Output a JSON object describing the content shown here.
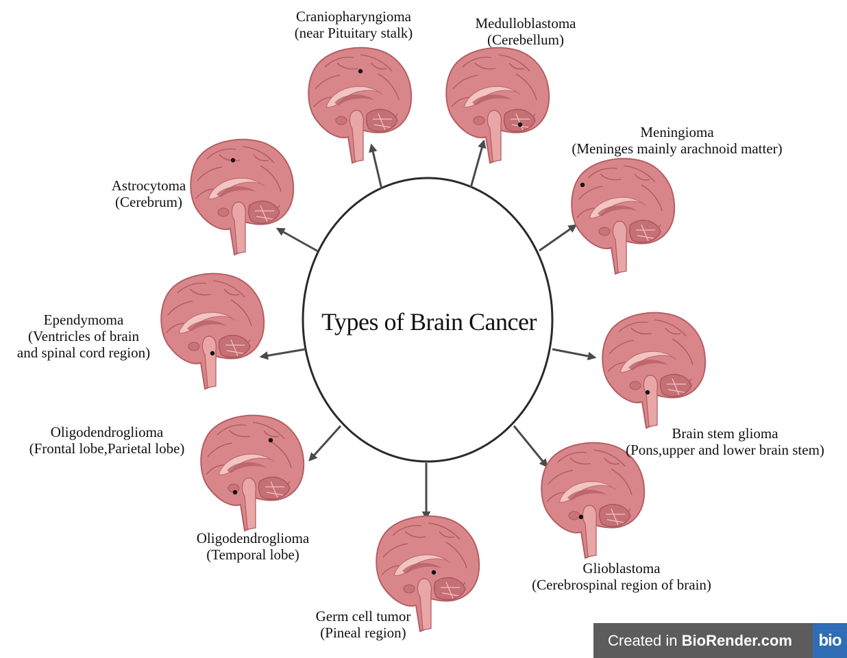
{
  "center": {
    "title": "Types of Brain Cancer"
  },
  "tumors": [
    {
      "name": "Craniopharyngioma",
      "location": "(near Pituitary stalk)"
    },
    {
      "name": "Medulloblastoma",
      "location": "(Cerebellum)"
    },
    {
      "name": "Meningioma",
      "location": "(Meninges mainly arachnoid matter)"
    },
    {
      "name": "Brain stem glioma",
      "location": "(Pons,upper and lower brain stem)"
    },
    {
      "name": "Glioblastoma",
      "location": "(Cerebrospinal region of brain)"
    },
    {
      "name": "Germ cell tumor",
      "location": "(Pineal region)"
    },
    {
      "name": "Oligodendroglioma",
      "location": "(Temporal lobe)"
    },
    {
      "name": "Oligodendroglioma",
      "location": "(Frontal lobe,Parietal lobe)"
    },
    {
      "name": "Ependymoma",
      "location": "(Ventricles of brain",
      "location2": "and spinal cord region)"
    },
    {
      "name": "Astrocytoma",
      "location": "(Cerebrum)"
    }
  ],
  "watermark": {
    "prefix": "Created in ",
    "brand": "BioRender.com",
    "logo": "bio"
  }
}
